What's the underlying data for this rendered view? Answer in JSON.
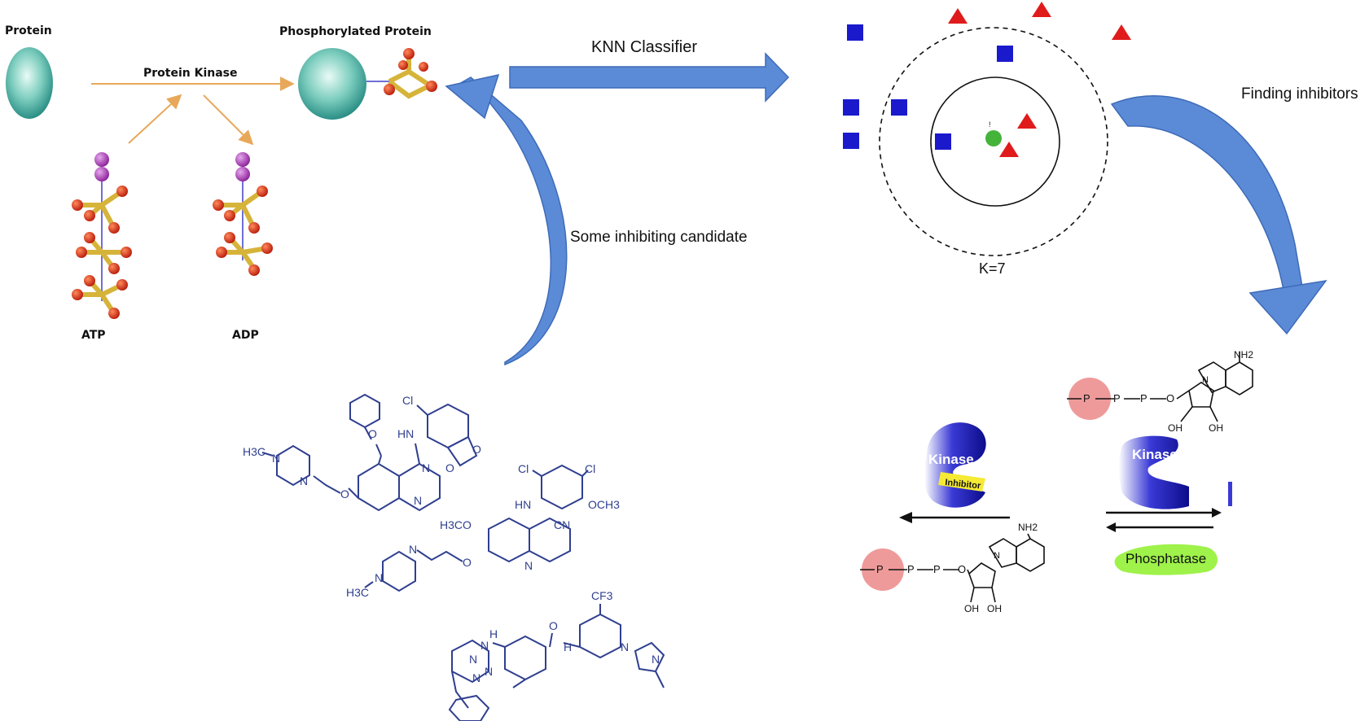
{
  "left_panel": {
    "protein_label": "Protein",
    "phospho_label": "Phosphorylated Protein",
    "kinase_label": "Protein Kinase",
    "atp_label": "ATP",
    "adp_label": "ADP"
  },
  "arrows": {
    "knn_label": "KNN Classifier",
    "candidate_label": "Some inhibiting candidate",
    "inhibitor_label": "Finding inhibitors"
  },
  "knn": {
    "k_label": "K=7",
    "class_a_color": "#1a1acc",
    "class_b_color": "#e01b1b",
    "query_color": "#44b33a",
    "query_mark": "!"
  },
  "molecules": {
    "mol1": {
      "cl": "Cl",
      "o1": "O",
      "hn": "HN",
      "n1": "N",
      "n2": "N",
      "o2": "O",
      "o3": "O",
      "o4": "O",
      "h3c": "H3C",
      "pip_n1": "N",
      "pip_n2": "N"
    },
    "mol2": {
      "cl1": "Cl",
      "cl2": "Cl",
      "hn": "HN",
      "och3": "OCH3",
      "h3co": "H3CO",
      "cn": "CN",
      "n": "N",
      "o": "O",
      "pip_n1": "N",
      "pip_n2": "N",
      "h3c": "H3C"
    },
    "mol3": {
      "cf3": "CF3",
      "h1": "H",
      "n1": "N",
      "o": "O",
      "h2": "H",
      "n2": "N",
      "n3": "N",
      "n4": "N",
      "n5": "N",
      "n6": "N"
    }
  },
  "mechanism": {
    "kinase_label": "Kinase",
    "kinase2_label": "Kinase",
    "inhibitor_label": "Inhibitor",
    "phosphatase_label": "Phosphatase",
    "nh2": "NH2",
    "oh1": "OH",
    "oh2": "OH",
    "nh2_b": "NH2",
    "oh3": "OH",
    "oh4": "OH",
    "p": "P",
    "o": "O",
    "n": "N"
  }
}
